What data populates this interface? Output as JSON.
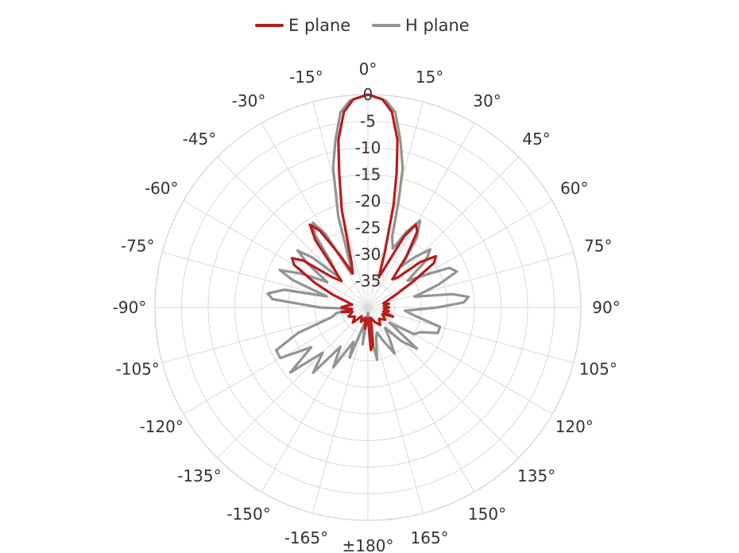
{
  "chart_data": {
    "type": "polar-line",
    "title": "",
    "legend": {
      "placement": "top-center"
    },
    "angular_axis": {
      "unit": "deg",
      "direction": "clockwise",
      "zero_at": "top",
      "tick_labels": [
        "0°",
        "15°",
        "30°",
        "45°",
        "60°",
        "75°",
        "90°",
        "105°",
        "120°",
        "135°",
        "150°",
        "165°",
        "±180°",
        "-165°",
        "-150°",
        "-135°",
        "-120°",
        "-105°",
        "-90°",
        "-75°",
        "-60°",
        "-45°",
        "-30°",
        "-15°"
      ]
    },
    "radial_axis": {
      "range": [
        -40,
        0
      ],
      "tick_values": [
        0,
        -5,
        -10,
        -15,
        -20,
        -25,
        -30,
        -35
      ],
      "tick_labels": [
        "0",
        "-5",
        "-10",
        "-15",
        "-20",
        "-25",
        "-30",
        "-35"
      ],
      "grid": true
    },
    "series": [
      {
        "name": "E plane",
        "color": "#b71c1c",
        "points": [
          [
            -180,
            -38
          ],
          [
            -172,
            -36
          ],
          [
            -165,
            -38
          ],
          [
            -155,
            -37
          ],
          [
            -145,
            -38
          ],
          [
            -135,
            -36
          ],
          [
            -125,
            -37
          ],
          [
            -115,
            -36
          ],
          [
            -105,
            -37
          ],
          [
            -100,
            -35
          ],
          [
            -95,
            -37
          ],
          [
            -90,
            -35
          ],
          [
            -85,
            -36
          ],
          [
            -80,
            -37
          ],
          [
            -75,
            -36
          ],
          [
            -70,
            -33
          ],
          [
            -65,
            -29
          ],
          [
            -60,
            -24
          ],
          [
            -57,
            -23
          ],
          [
            -54,
            -25
          ],
          [
            -50,
            -31
          ],
          [
            -45,
            -33
          ],
          [
            -41,
            -30
          ],
          [
            -38,
            -24
          ],
          [
            -35,
            -21
          ],
          [
            -32,
            -23
          ],
          [
            -28,
            -29
          ],
          [
            -24,
            -33
          ],
          [
            -20,
            -31
          ],
          [
            -15,
            -21
          ],
          [
            -12,
            -14
          ],
          [
            -10,
            -8
          ],
          [
            -7,
            -3
          ],
          [
            -4,
            -0.8
          ],
          [
            0,
            0
          ],
          [
            4,
            -0.8
          ],
          [
            7,
            -3
          ],
          [
            10,
            -8
          ],
          [
            12,
            -14
          ],
          [
            14,
            -20
          ],
          [
            17,
            -29
          ],
          [
            20,
            -34
          ],
          [
            24,
            -31
          ],
          [
            27,
            -25
          ],
          [
            30,
            -22
          ],
          [
            33,
            -23
          ],
          [
            37,
            -28
          ],
          [
            41,
            -33
          ],
          [
            45,
            -32
          ],
          [
            49,
            -27
          ],
          [
            53,
            -24
          ],
          [
            56,
            -25
          ],
          [
            60,
            -30
          ],
          [
            65,
            -34
          ],
          [
            70,
            -36
          ],
          [
            75,
            -37
          ],
          [
            80,
            -36
          ],
          [
            85,
            -37
          ],
          [
            90,
            -36
          ],
          [
            95,
            -37
          ],
          [
            100,
            -36
          ],
          [
            105,
            -37
          ],
          [
            110,
            -35
          ],
          [
            115,
            -37
          ],
          [
            125,
            -36
          ],
          [
            135,
            -37
          ],
          [
            145,
            -36
          ],
          [
            155,
            -37
          ],
          [
            165,
            -38
          ],
          [
            172,
            -33
          ],
          [
            176,
            -32
          ],
          [
            180,
            -38
          ]
        ]
      },
      {
        "name": "H plane",
        "color": "#939393",
        "points": [
          [
            -180,
            -39
          ],
          [
            -172,
            -33
          ],
          [
            -168,
            -37
          ],
          [
            -160,
            -30
          ],
          [
            -157,
            -33
          ],
          [
            -150,
            -27
          ],
          [
            -145,
            -31
          ],
          [
            -140,
            -24
          ],
          [
            -135,
            -28
          ],
          [
            -130,
            -21
          ],
          [
            -125,
            -27
          ],
          [
            -120,
            -21
          ],
          [
            -115,
            -21
          ],
          [
            -110,
            -26
          ],
          [
            -105,
            -33
          ],
          [
            -100,
            -34
          ],
          [
            -95,
            -37
          ],
          [
            -90,
            -31
          ],
          [
            -85,
            -22
          ],
          [
            -82,
            -21
          ],
          [
            -78,
            -24
          ],
          [
            -75,
            -32
          ],
          [
            -70,
            -25
          ],
          [
            -67,
            -22
          ],
          [
            -63,
            -26
          ],
          [
            -58,
            -31
          ],
          [
            -54,
            -26
          ],
          [
            -51,
            -23
          ],
          [
            -48,
            -26
          ],
          [
            -44,
            -32
          ],
          [
            -39,
            -29
          ],
          [
            -36,
            -23
          ],
          [
            -33,
            -21
          ],
          [
            -30,
            -24
          ],
          [
            -26,
            -33
          ],
          [
            -22,
            -31
          ],
          [
            -18,
            -22
          ],
          [
            -14,
            -13
          ],
          [
            -11,
            -8
          ],
          [
            -8,
            -3
          ],
          [
            -5,
            -1
          ],
          [
            0,
            0
          ],
          [
            5,
            -1
          ],
          [
            8,
            -3
          ],
          [
            11,
            -8
          ],
          [
            14,
            -13
          ],
          [
            16,
            -19
          ],
          [
            19,
            -26
          ],
          [
            23,
            -28
          ],
          [
            27,
            -24
          ],
          [
            31,
            -21
          ],
          [
            35,
            -24
          ],
          [
            39,
            -30
          ],
          [
            43,
            -27
          ],
          [
            47,
            -24
          ],
          [
            51,
            -26
          ],
          [
            56,
            -31
          ],
          [
            61,
            -27
          ],
          [
            64,
            -23
          ],
          [
            68,
            -22
          ],
          [
            72,
            -26
          ],
          [
            77,
            -31
          ],
          [
            81,
            -24
          ],
          [
            84,
            -21
          ],
          [
            87,
            -22
          ],
          [
            90,
            -27
          ],
          [
            95,
            -33
          ],
          [
            100,
            -31
          ],
          [
            105,
            -26
          ],
          [
            110,
            -26
          ],
          [
            115,
            -29
          ],
          [
            120,
            -30
          ],
          [
            125,
            -35
          ],
          [
            130,
            -28
          ],
          [
            135,
            -31
          ],
          [
            140,
            -35
          ],
          [
            145,
            -33
          ],
          [
            150,
            -30
          ],
          [
            155,
            -33
          ],
          [
            160,
            -35
          ],
          [
            165,
            -34
          ],
          [
            170,
            -30
          ],
          [
            175,
            -35
          ],
          [
            180,
            -39
          ]
        ]
      }
    ]
  }
}
